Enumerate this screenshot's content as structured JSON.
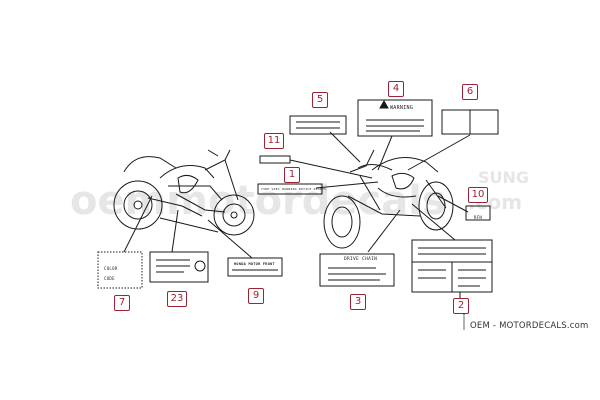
{
  "callouts": [
    {
      "id": "1",
      "text": "1"
    },
    {
      "id": "2",
      "text": "2"
    },
    {
      "id": "3",
      "text": "3"
    },
    {
      "id": "4",
      "text": "4"
    },
    {
      "id": "5",
      "text": "5"
    },
    {
      "id": "6",
      "text": "6"
    },
    {
      "id": "7",
      "text": "7"
    },
    {
      "id": "9",
      "text": "9"
    },
    {
      "id": "10",
      "text": "10"
    },
    {
      "id": "11",
      "text": "11"
    },
    {
      "id": "23",
      "text": "23"
    }
  ],
  "labels": {
    "warning": "WARNING",
    "color_line1": "COLOR",
    "color_line2": "CODE",
    "honda_muffler": "HONDA MOTOR FRONT",
    "drive_chain": "DRIVE CHAIN",
    "label1_text": "TIRE SPEC WARNING NOTICE RESETS",
    "label10_text": "RFN"
  },
  "watermark": {
    "brand_text": "OEM - MOTORDECALS.com",
    "background_text_left": "oemmotordecals",
    "background_text_right": ".com",
    "background_text_top": "SUNG"
  },
  "colors": {
    "callout": "#9b2335",
    "line": "#1a1a1a",
    "watermark": "#e6e6e6"
  }
}
